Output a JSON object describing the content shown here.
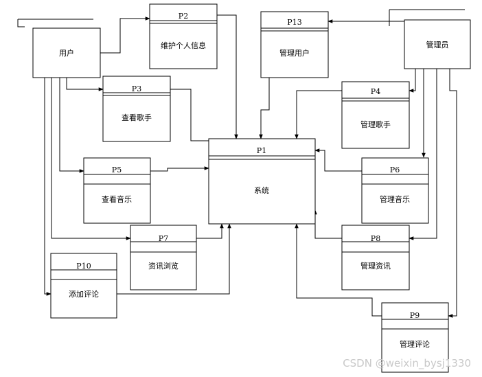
{
  "entities": {
    "user": {
      "label": "用户"
    },
    "admin": {
      "label": "管理员"
    }
  },
  "processes": {
    "p1": {
      "id": "P1",
      "label": "系统"
    },
    "p2": {
      "id": "P2",
      "label": "维护个人信息"
    },
    "p3": {
      "id": "P3",
      "label": "查看歌手"
    },
    "p4": {
      "id": "P4",
      "label": "管理歌手"
    },
    "p5": {
      "id": "P5",
      "label": "查看音乐"
    },
    "p6": {
      "id": "P6",
      "label": "管理音乐"
    },
    "p7": {
      "id": "P7",
      "label": "资讯浏览"
    },
    "p8": {
      "id": "P8",
      "label": "管理资讯"
    },
    "p9": {
      "id": "P9",
      "label": "管理评论"
    },
    "p10": {
      "id": "P10",
      "label": "添加评论"
    },
    "p13": {
      "id": "P13",
      "label": "管理用户"
    }
  },
  "watermark": "CSDN @weixin_bysj1330"
}
